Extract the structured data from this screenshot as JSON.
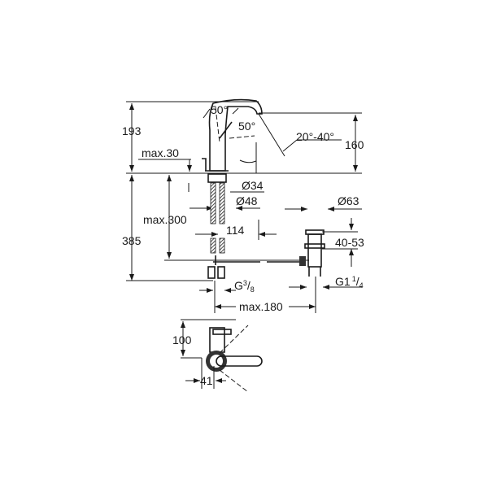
{
  "drawing": {
    "dimensions": {
      "total_height": "193",
      "spout_height": "160",
      "max_thickness": "max.30",
      "angle_lever": "50°",
      "angle_lever_side": "50°",
      "spout_swivel": "20°-40°",
      "hole_diameter": "Ø34",
      "base_diameter": "Ø48",
      "max_hose": "max.300",
      "overall_below": "385",
      "spout_offset": "114",
      "waste_diameter": "Ø63",
      "waste_range": "40-53",
      "connection": "G",
      "connection_num": "3",
      "connection_den": "8",
      "waste_thread": "G1",
      "waste_thread_num": "1",
      "waste_thread_den": "4",
      "max_rod": "max.180",
      "top_height": "100",
      "top_offset": "41"
    }
  }
}
